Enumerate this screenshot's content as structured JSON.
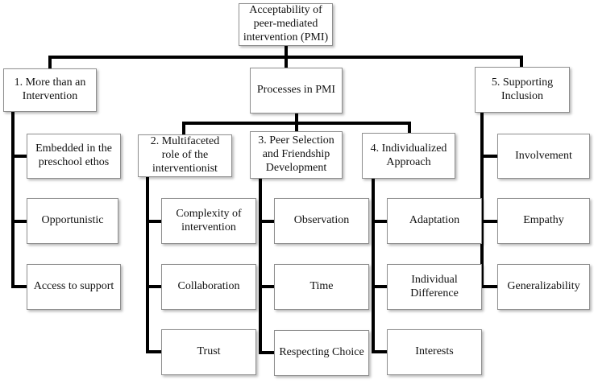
{
  "colors": {
    "connector": "#000000",
    "box_border": "#8f8f8f",
    "box_background": "#ffffff",
    "text": "#111111"
  },
  "nodes": {
    "root": {
      "label": "Acceptability of\npeer-mediated\nintervention (PMI)"
    },
    "theme1": {
      "label": "1. More than an\nIntervention"
    },
    "processes": {
      "label": "Processes in PMI"
    },
    "theme5": {
      "label": "5. Supporting\nInclusion"
    },
    "theme2": {
      "label": "2. Multifaceted\nrole of the\ninterventionist"
    },
    "theme3": {
      "label": "3. Peer Selection\nand Friendship\nDevelopment"
    },
    "theme4": {
      "label": "4. Individualized\nApproach"
    },
    "embedded": {
      "label": "Embedded in the\npreschool ethos"
    },
    "opportunistic": {
      "label": "Opportunistic"
    },
    "access_to_support": {
      "label": "Access to support"
    },
    "complexity": {
      "label": "Complexity of\nintervention"
    },
    "collaboration": {
      "label": "Collaboration"
    },
    "trust": {
      "label": "Trust"
    },
    "observation": {
      "label": "Observation"
    },
    "time": {
      "label": "Time"
    },
    "respecting_choice": {
      "label": "Respecting Choice"
    },
    "adaptation": {
      "label": "Adaptation"
    },
    "individual_difference": {
      "label": "Individual\nDifference"
    },
    "interests": {
      "label": "Interests"
    },
    "involvement": {
      "label": "Involvement"
    },
    "empathy": {
      "label": "Empathy"
    },
    "generalizability": {
      "label": "Generalizability"
    }
  }
}
